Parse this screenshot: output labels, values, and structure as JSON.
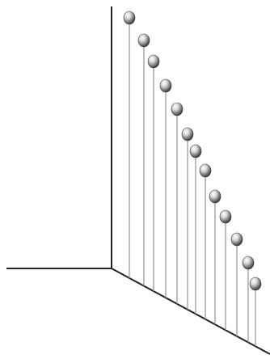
{
  "figure": {
    "kind": "3d-stem-diagram",
    "axes": [
      "vertical-axis",
      "left-horizontal-axis",
      "receding-baseline"
    ],
    "colors": {
      "background": "#ffffff",
      "axis": "#222222",
      "stem": "#9a9a9a",
      "marker_light": "#ffffff",
      "marker_dark": "#2a2a2a"
    },
    "stem_count": 13,
    "marker_shape": "shaded-sphere"
  }
}
